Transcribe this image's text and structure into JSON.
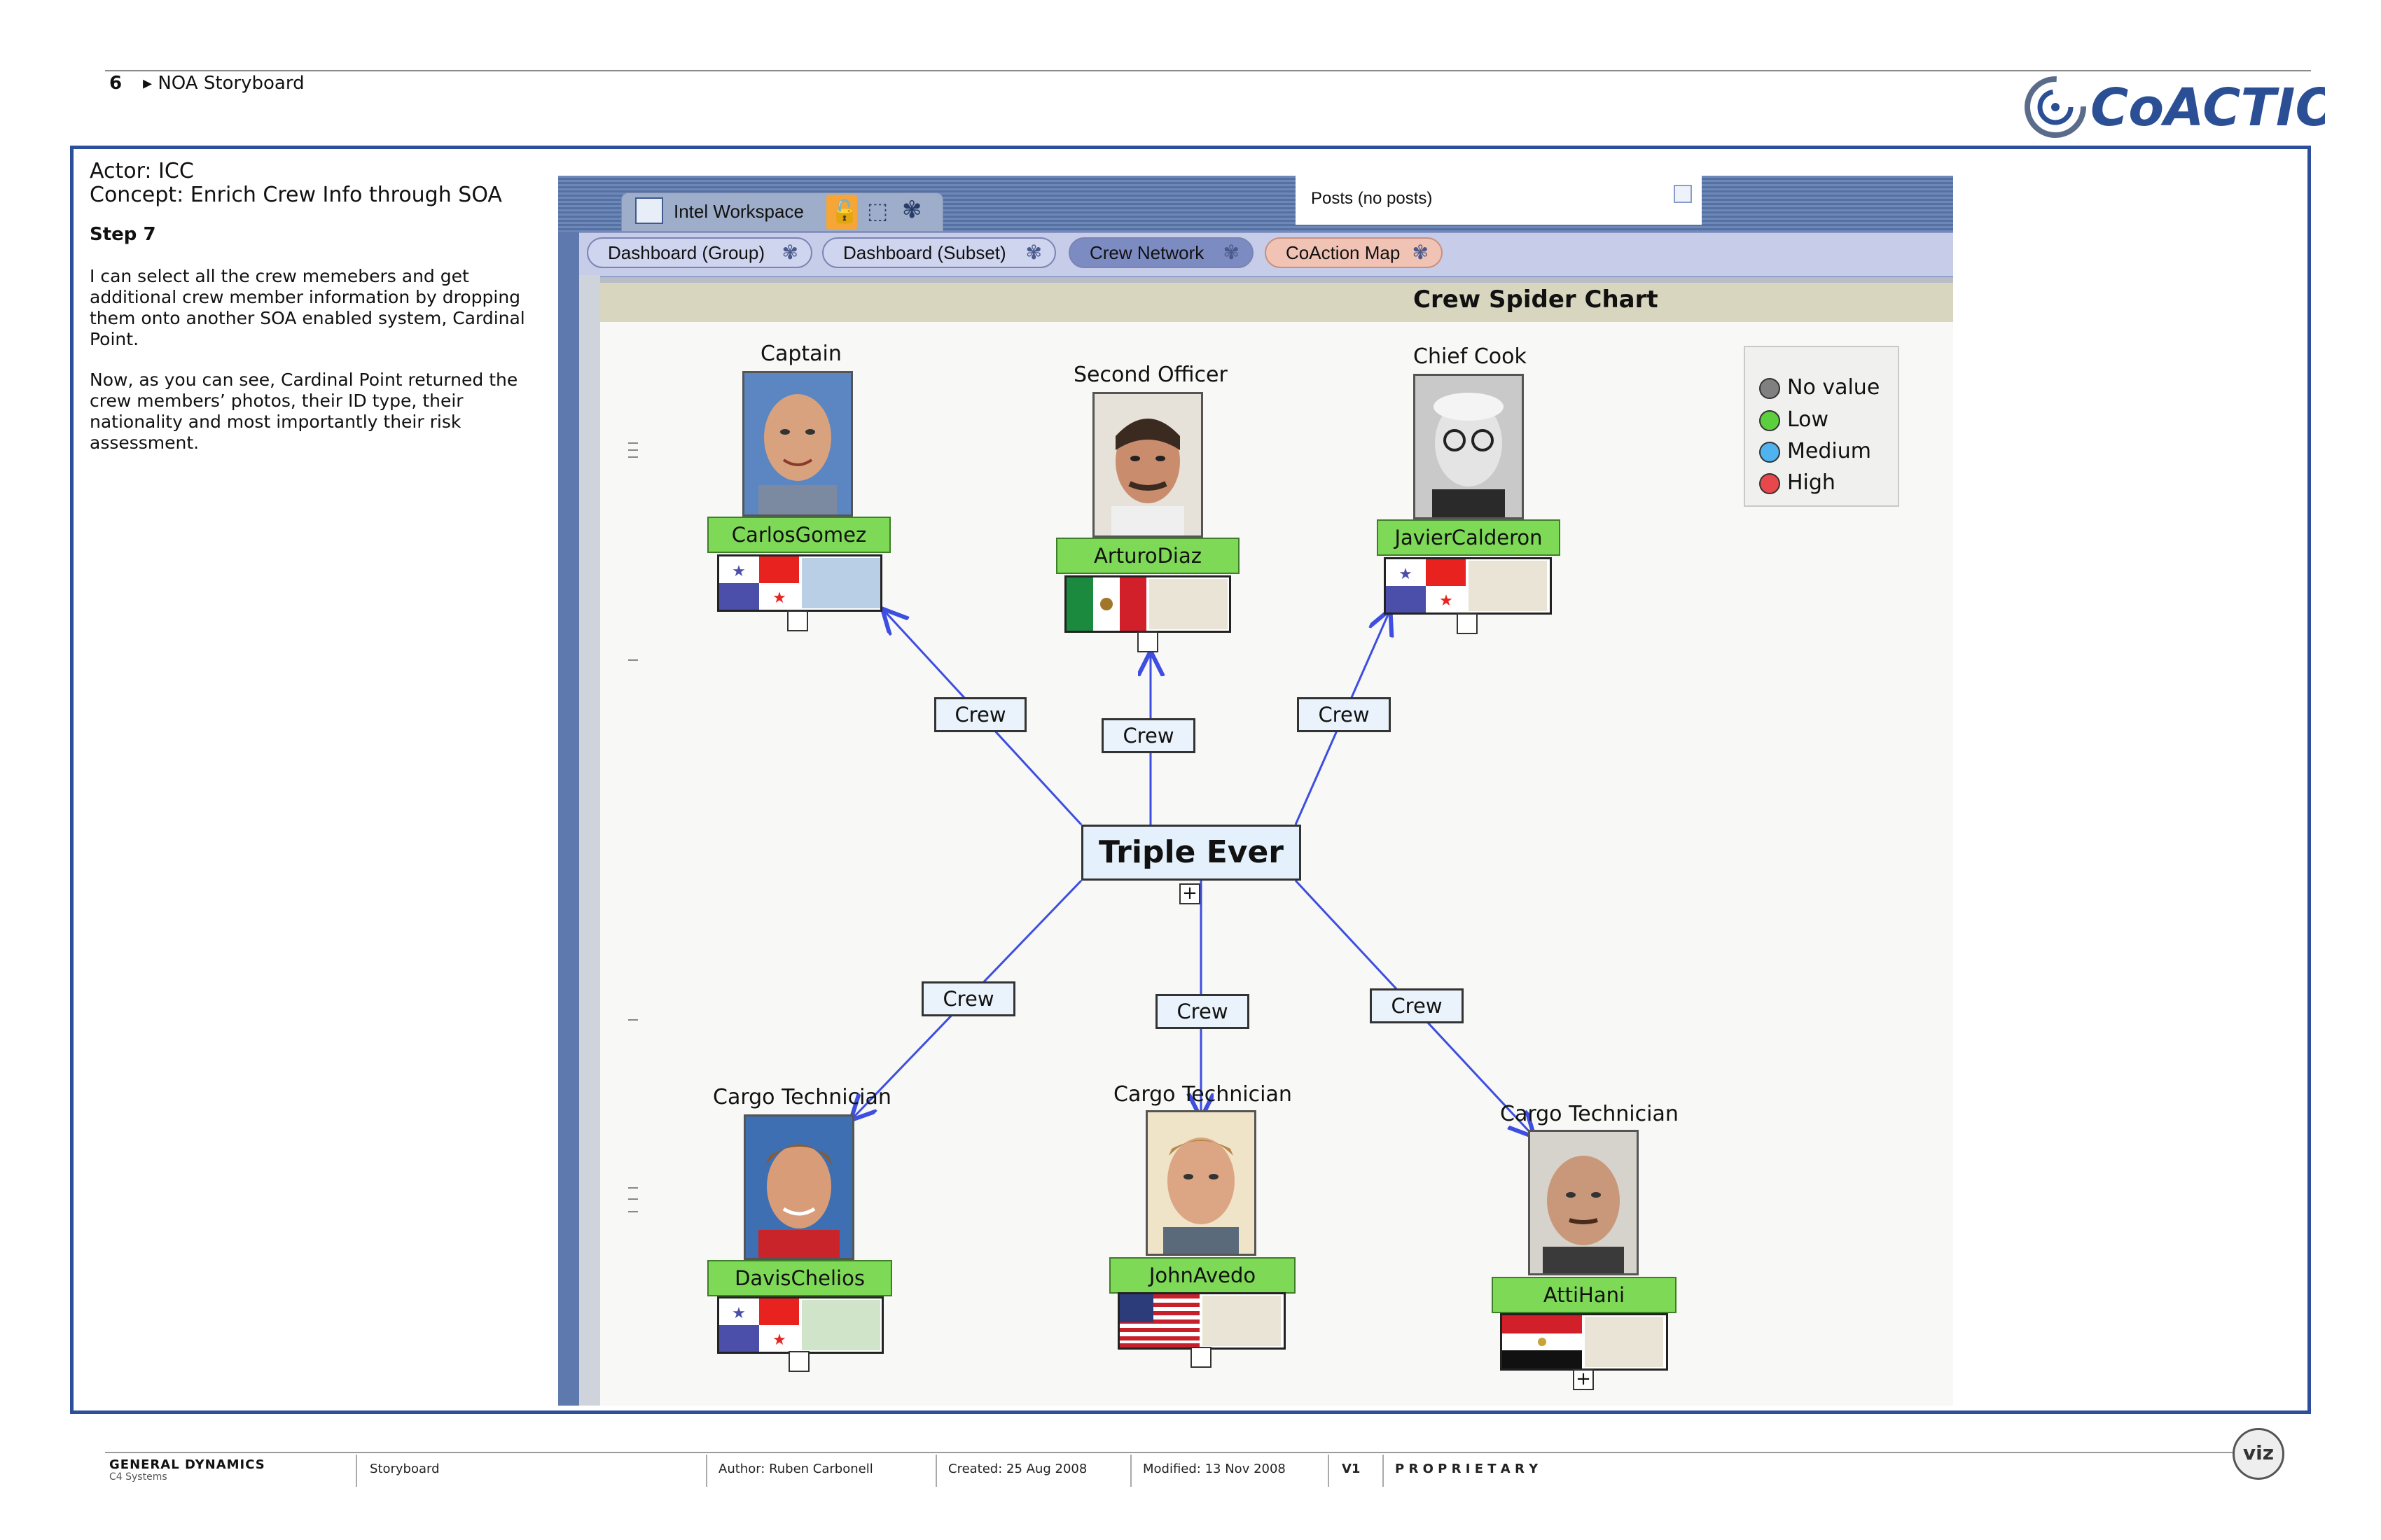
{
  "header": {
    "page_number": "6",
    "breadcrumb": "▸ NOA Storyboard",
    "logo_text": "CoACTION"
  },
  "description": {
    "actor": "Actor: ICC",
    "concept": "Concept: Enrich Crew Info through SOA",
    "step": "Step 7",
    "paragraph1": "I can select all the crew memebers and get additional crew member information by dropping them onto another SOA enabled system, Cardinal Point.",
    "paragraph2": "Now, as you can see, Cardinal Point returned the crew members’ photos, their ID type, their nationality and most importantly their risk assessment."
  },
  "app": {
    "workspace_tab": "Intel Workspace",
    "posts_label": "Posts (no posts)",
    "nav_tabs": [
      {
        "label": "Dashboard (Group)"
      },
      {
        "label": "Dashboard (Subset)"
      },
      {
        "label": "Crew Network"
      },
      {
        "label": "CoAction Map"
      }
    ],
    "chart_title": "Crew Spider Chart",
    "legend": [
      {
        "label": "No value",
        "color": "#808080"
      },
      {
        "label": "Low",
        "color": "#5ccf3e"
      },
      {
        "label": "Medium",
        "color": "#4fb3f0"
      },
      {
        "label": "High",
        "color": "#e8474b"
      }
    ],
    "center_node": "Triple Ever",
    "edge_label": "Crew",
    "crew": [
      {
        "role": "Captain",
        "name": "CarlosGomez",
        "flag": "panama"
      },
      {
        "role": "Second Officer",
        "name": "ArturoDiaz",
        "flag": "mexico"
      },
      {
        "role": "Chief Cook",
        "name": "JavierCalderon",
        "flag": "panama"
      },
      {
        "role": "Cargo Technician",
        "name": "DavisChelios",
        "flag": "panama"
      },
      {
        "role": "Cargo Technician",
        "name": "JohnAvedo",
        "flag": "usa"
      },
      {
        "role": "Cargo Technician",
        "name": "AttiHani",
        "flag": "egypt"
      }
    ]
  },
  "footer": {
    "company": "GENERAL DYNAMICS",
    "company_sub": "C4 Systems",
    "doc_type": "Storyboard",
    "author": "Author: Ruben Carbonell",
    "created": "Created: 25 Aug 2008",
    "modified": "Modified: 13 Nov 2008",
    "version": "V1",
    "classification": "P R O P R I E T A R Y",
    "viz_logo": "viz"
  }
}
